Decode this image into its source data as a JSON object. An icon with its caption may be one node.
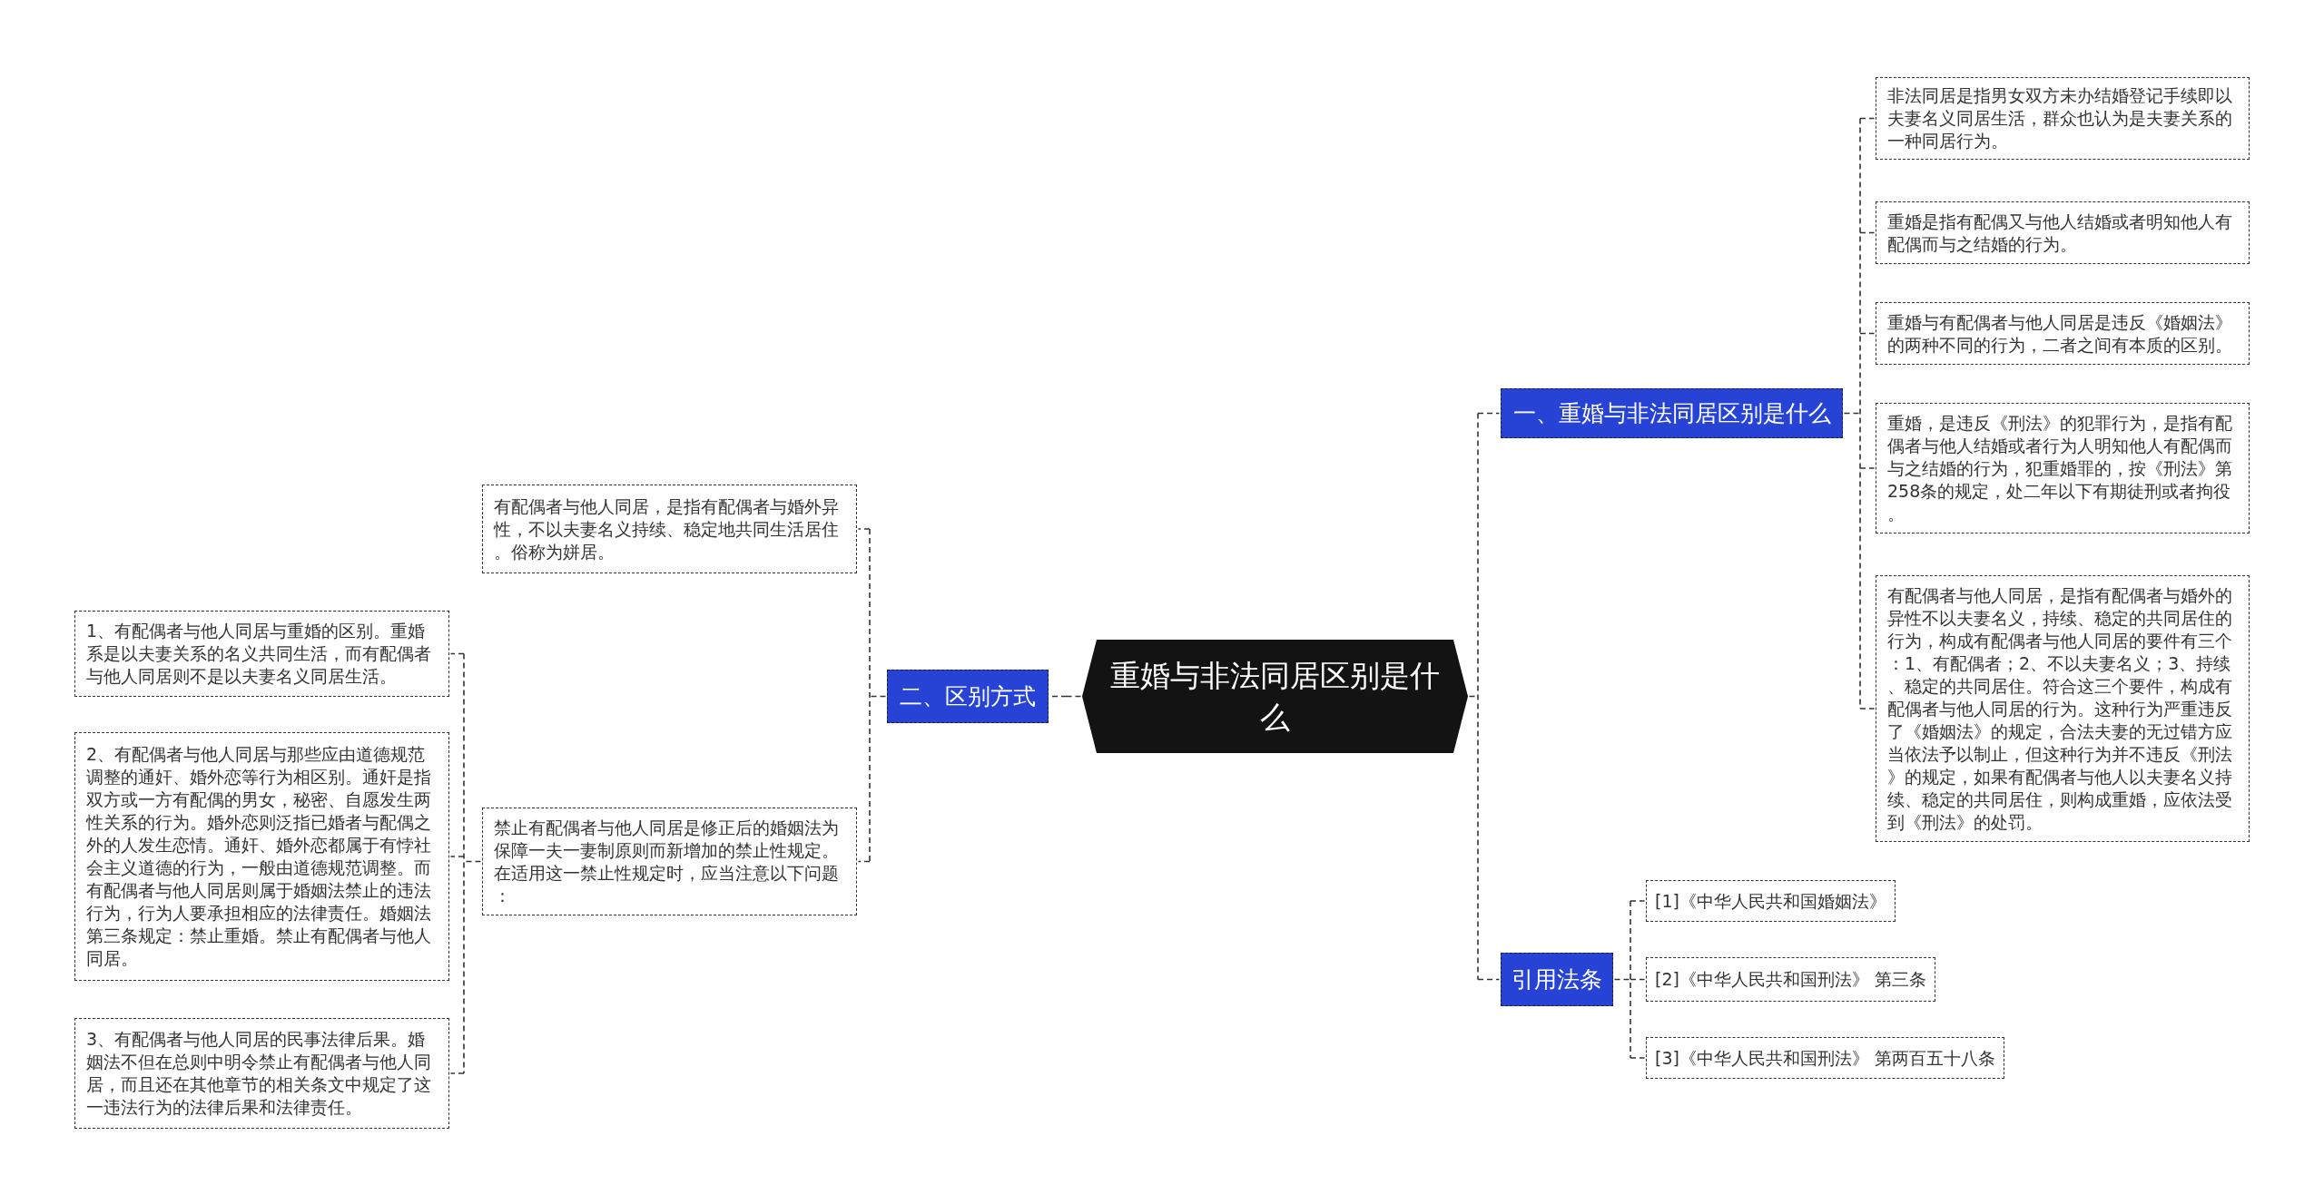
{
  "diagram": {
    "nodes": [
      {
        "text": [
          "重婚与非法同居区别是什么"
        ]
      },
      {
        "text": [
          "一、重婚与非法同居区别是什么"
        ]
      },
      {
        "text": [
          "非法同居是指男女双方未办结婚登记手续即以夫妻名义同居生活，群众也认为是夫妻关系的一种同居行为。"
        ]
      },
      {
        "text": [
          "重婚是指有配偶又与他人结婚或者明知他人有配偶而与之结婚的行为。"
        ]
      },
      {
        "text": [
          "重婚与有配偶者与他人同居是违反《婚姻法》的两种不同的行为，二者之间有本质的区别。"
        ]
      },
      {
        "text": [
          "重婚，是违反《刑法》的犯罪行为，是指有配偶者与他人结婚或者行为人明知他人有配偶而与之结婚的行为，犯重婚罪的，按《刑法》第258条的规定，处二年以下有期徒刑或者拘役。"
        ]
      },
      {
        "text": [
          "有配偶者与他人同居，是指有配偶者与婚外的异性不以夫妻名义，持续、稳定的共同居住的行为，构成有配偶者与他人同居的要件有三个：1、有配偶者；2、不以夫妻名义；3、持续、稳定的共同居住。符合这三个要件，构成有配偶者与他人同居的行为。这种行为严重违反了《婚姻法》的规定，合法夫妻的无过错方应当依法予以制止，但这种行为并不违反《刑法》的规定，如果有配偶者与他人以夫妻名义持续、稳定的共同居住，则构成重婚，应依法受到《刑法》的处罚。"
        ]
      },
      {
        "text": [
          "二、区别方式"
        ]
      },
      {
        "text": [
          "有配偶者与他人同居，是指有配偶者与婚外异性，不以夫妻名义持续、稳定地共同生活居住。俗称为姘居。"
        ]
      },
      {
        "text": [
          "禁止有配偶者与他人同居是修正后的婚姻法为保障一夫一妻制原则而新增加的禁止性规定。在适用这一禁止性规定时，应当注意以下问题："
        ]
      },
      {
        "text": [
          "1、有配偶者与他人同居与重婚的区别。重婚系是以夫妻关系的名义共同生活，而有配偶者与他人同居则不是以夫妻名义同居生活。"
        ]
      },
      {
        "text": [
          "2、有配偶者与他人同居与那些应由道德规范调整的通奸、婚外恋等行为相区别。通奸是指双方或一方有配偶的男女，秘密、自愿发生两性关系的行为。婚外恋则泛指已婚者与配偶之外的人发生恋情。通奸、婚外恋都属于有悖社会主义道德的行为，一般由道德规范调整。而有配偶者与他人同居则属于婚姻法禁止的违法行为，行为人要承担相应的法律责任。婚姻法第三条规定：禁止重婚。禁止有配偶者与他人同居。"
        ]
      },
      {
        "text": [
          "3、有配偶者与他人同居的民事法律后果。婚姻法不但在总则中明令禁止有配偶者与他人同居，而且还在其他章节的相关条文中规定了这一违法行为的法律后果和法律责任。"
        ]
      },
      {
        "text": [
          "引用法条"
        ]
      },
      {
        "text": [
          "[1]《中华人民共和国婚姻法》"
        ]
      },
      {
        "text": [
          "[2]《中华人民共和国刑法》 第三条"
        ]
      },
      {
        "text": [
          "[3]《中华人民共和国刑法》 第两百五十八条"
        ]
      }
    ],
    "edges": [
      {
        "from": 0,
        "to": 1,
        "arrow": "none"
      },
      {
        "from": 1,
        "to": 2,
        "arrow": "none"
      },
      {
        "from": 1,
        "to": 3,
        "arrow": "none"
      },
      {
        "from": 1,
        "to": 4,
        "arrow": "none"
      },
      {
        "from": 1,
        "to": 5,
        "arrow": "none"
      },
      {
        "from": 1,
        "to": 6,
        "arrow": "none"
      },
      {
        "from": 0,
        "to": 7,
        "arrow": "none"
      },
      {
        "from": 7,
        "to": 8,
        "arrow": "none"
      },
      {
        "from": 7,
        "to": 9,
        "arrow": "none"
      },
      {
        "from": 9,
        "to": 10,
        "arrow": "none"
      },
      {
        "from": 9,
        "to": 11,
        "arrow": "none"
      },
      {
        "from": 9,
        "to": 12,
        "arrow": "none"
      },
      {
        "from": 0,
        "to": 13,
        "arrow": "none"
      },
      {
        "from": 13,
        "to": 14,
        "arrow": "none"
      },
      {
        "from": 13,
        "to": 15,
        "arrow": "none"
      },
      {
        "from": 13,
        "to": 16,
        "arrow": "none"
      }
    ]
  }
}
